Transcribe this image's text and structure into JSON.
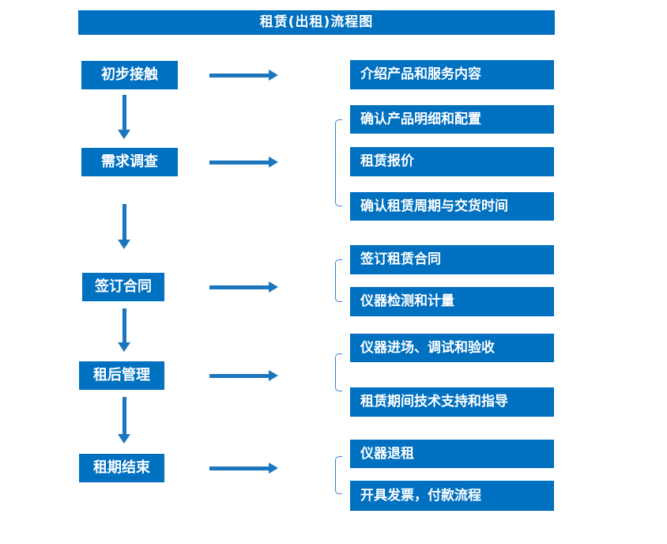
{
  "title": "租赁(出租)流程图",
  "colors": {
    "box_blue": "#0070C0",
    "arrow_blue": "#1B76BE",
    "bracket_blue": "#3C80C2",
    "text_white": "#FFFFFF"
  },
  "steps": [
    {
      "label": "初步接触",
      "details": [
        "介绍产品和服务内容"
      ]
    },
    {
      "label": "需求调查",
      "details": [
        "确认产品明细和配置",
        "租赁报价",
        "确认租赁周期与交货时间"
      ]
    },
    {
      "label": "签订合同",
      "details": [
        "签订租赁合同",
        "仪器检测和计量"
      ]
    },
    {
      "label": "租后管理",
      "details": [
        "仪器进场、调试和验收",
        "租赁期间技术支持和指导"
      ]
    },
    {
      "label": "租期结束",
      "details": [
        "仪器退租",
        "开具发票，付款流程"
      ]
    }
  ]
}
